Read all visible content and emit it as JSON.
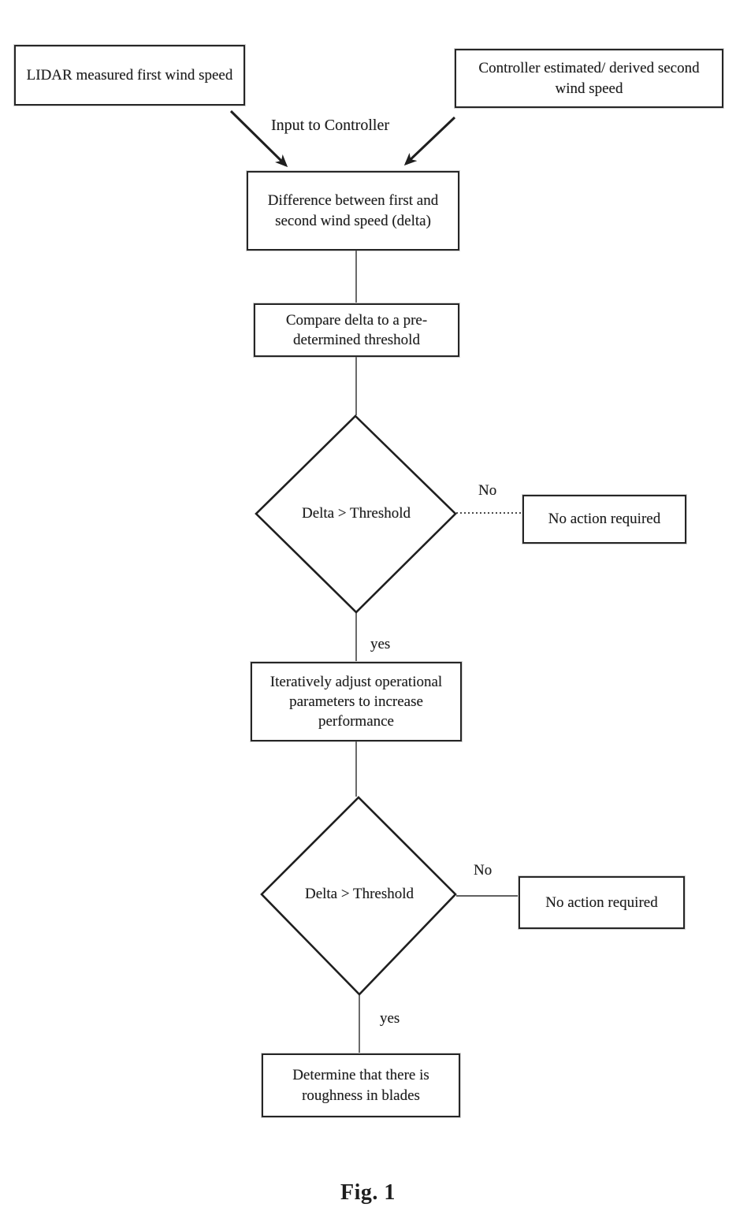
{
  "figure": {
    "caption": "Fig. 1"
  },
  "flowchart": {
    "nodes": {
      "lidar": "LIDAR measured first wind speed",
      "controller": "Controller estimated/ derived second wind speed",
      "difference": "Difference between first and second wind speed (delta)",
      "compare": "Compare delta to a pre-determined threshold",
      "decision1": "Delta > Threshold",
      "no_action1": "No action required",
      "iterate": "Iteratively adjust operational parameters to increase performance",
      "decision2": "Delta > Threshold",
      "no_action2": "No action required",
      "determine": "Determine that there is roughness in blades"
    },
    "labels": {
      "input_to_controller": "Input to Controller",
      "decision1_no": "No",
      "decision1_yes": "yes",
      "decision2_no": "No",
      "decision2_yes": "yes"
    }
  },
  "colors": {
    "ink": "#1f1f1f",
    "paper": "#ffffff"
  }
}
